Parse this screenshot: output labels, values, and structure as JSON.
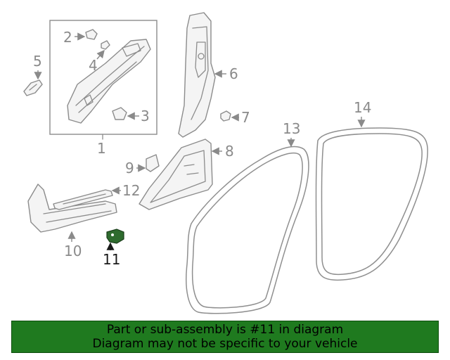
{
  "diagram": {
    "labels": [
      "1",
      "2",
      "3",
      "4",
      "5",
      "6",
      "7",
      "8",
      "9",
      "10",
      "11",
      "12",
      "13",
      "14"
    ],
    "highlighted_part": "11",
    "highlight_color": "#2e6b2e",
    "line_color": "#8c8c8c"
  },
  "banner": {
    "line1": "Part or sub-assembly is #11 in diagram",
    "line2": "Diagram may not be specific to your vehicle",
    "background": "#1f7a1f"
  }
}
